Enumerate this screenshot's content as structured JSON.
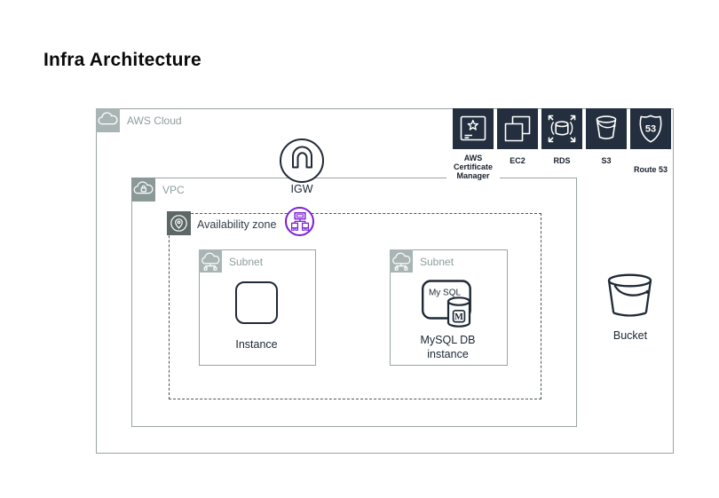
{
  "page": {
    "title": "Infra Architecture"
  },
  "containers": {
    "aws_cloud": {
      "label": "AWS Cloud"
    },
    "vpc": {
      "label": "VPC"
    },
    "availability_zone": {
      "label": "Availability zone"
    },
    "subnet_left": {
      "label": "Subnet"
    },
    "subnet_right": {
      "label": "Subnet"
    }
  },
  "nodes": {
    "igw": {
      "label": "IGW"
    },
    "instance": {
      "label": "Instance"
    },
    "mysql_db": {
      "label": "MySQL DB\ninstance",
      "badge": "My SQL",
      "monogram": "M"
    },
    "bucket": {
      "label": "Bucket"
    }
  },
  "services": [
    {
      "name": "AWS\nCertificate\nManager"
    },
    {
      "name": "EC2"
    },
    {
      "name": "RDS"
    },
    {
      "name": "S3"
    },
    {
      "name": "Route 53",
      "shield_number": "53"
    }
  ],
  "colors": {
    "service_tile": "#232F3E",
    "outline_icon": "#1F2A37",
    "container_border": "#9AA3A3",
    "container_label_gray": "#8D9D9D",
    "az_dashed_border": "#4A5555",
    "network_purple": "#7D1FD6",
    "cloud_icon_box": "#A9B5B4",
    "vpc_icon_box": "#8A9998",
    "az_icon_box": "#5C6766"
  }
}
